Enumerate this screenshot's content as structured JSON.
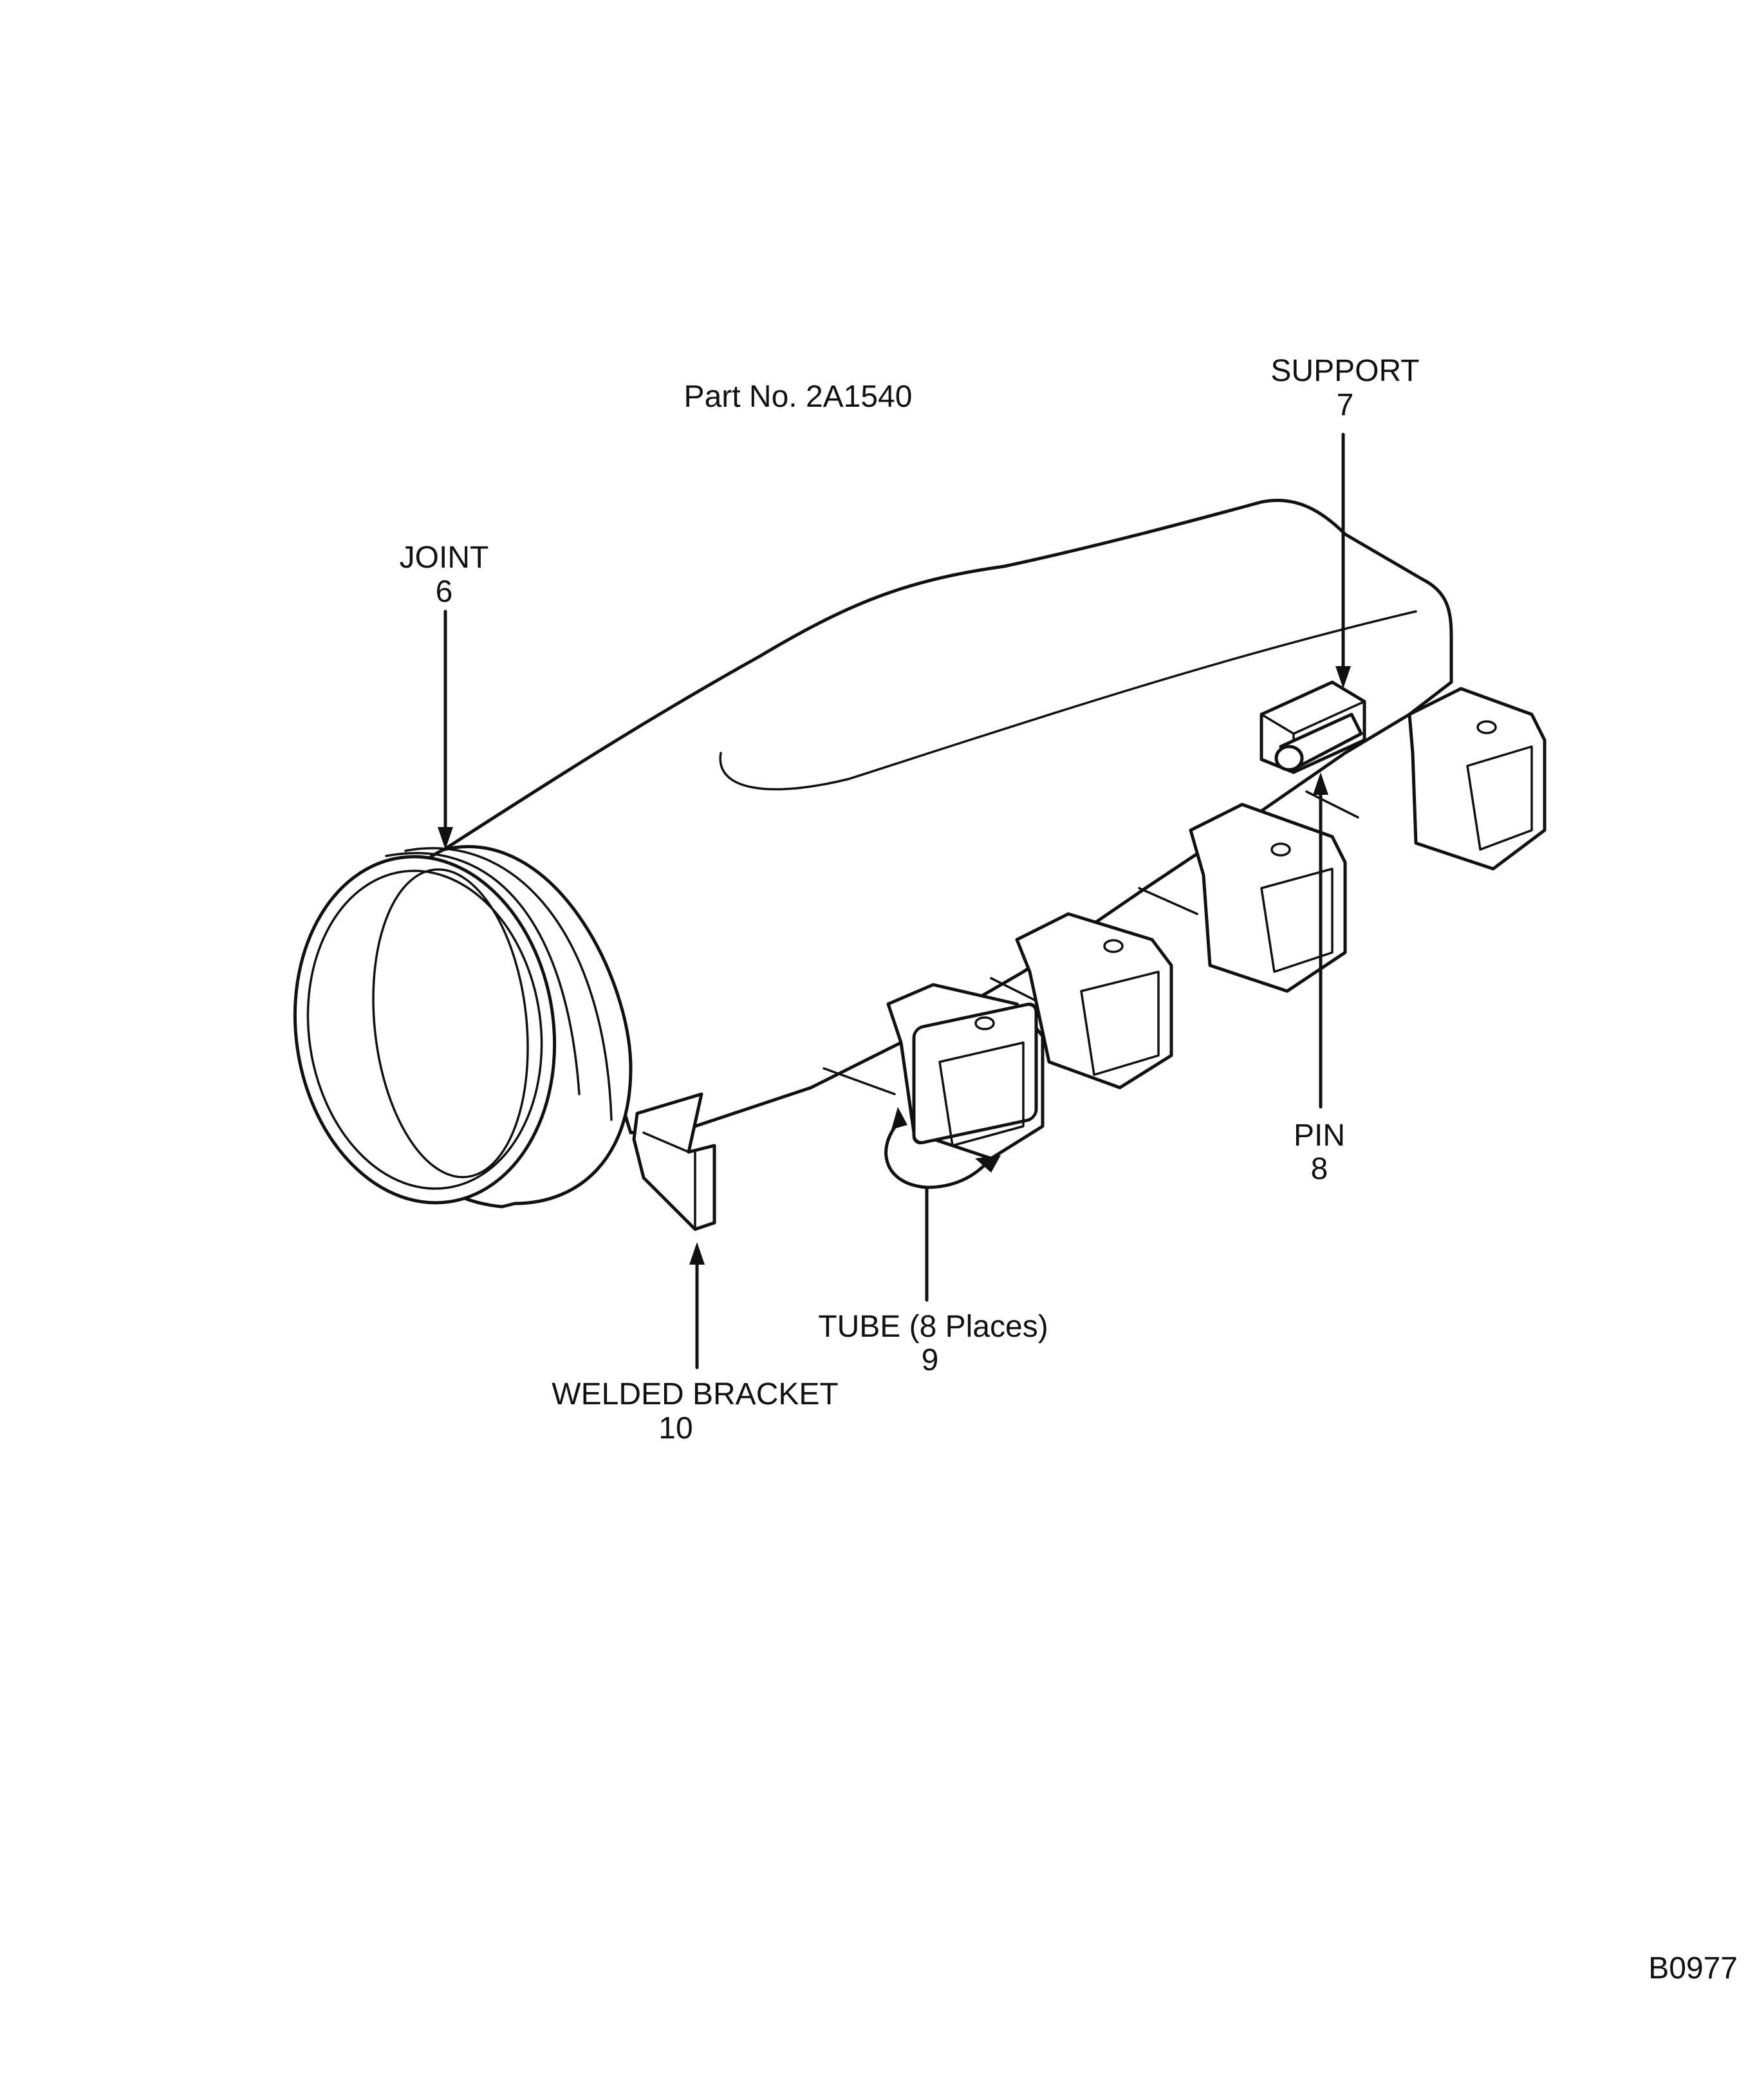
{
  "title": "Part No. 2A1540",
  "figure_code": "B0977",
  "callouts": [
    {
      "id": "joint",
      "name": "JOINT",
      "number": "6"
    },
    {
      "id": "support",
      "name": "SUPPORT",
      "number": "7"
    },
    {
      "id": "pin",
      "name": "PIN",
      "number": "8"
    },
    {
      "id": "tube",
      "name": "TUBE (8 Places)",
      "number": "9"
    },
    {
      "id": "bracket",
      "name": "WELDED BRACKET",
      "number": "10"
    }
  ]
}
